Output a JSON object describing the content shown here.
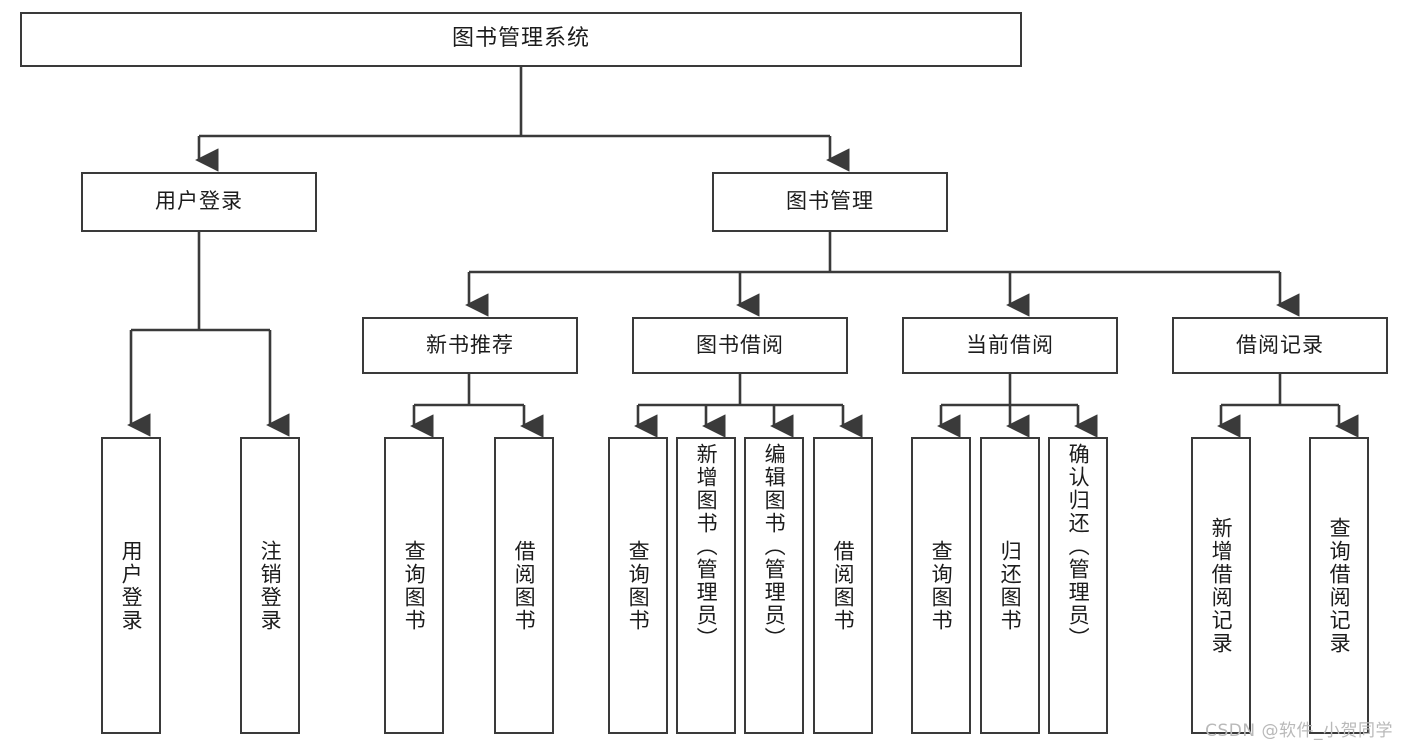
{
  "diagram": {
    "title": "图书管理系统",
    "type": "tree-hierarchy-chart",
    "root": {
      "label": "图书管理系统"
    },
    "level2": [
      {
        "label": "用户登录"
      },
      {
        "label": "图书管理"
      }
    ],
    "level3": [
      {
        "label": "新书推荐"
      },
      {
        "label": "图书借阅"
      },
      {
        "label": "当前借阅"
      },
      {
        "label": "借阅记录"
      }
    ],
    "leaves": {
      "user_login": [
        {
          "label": "用户登录"
        },
        {
          "label": "注销登录"
        }
      ],
      "new_book": [
        {
          "label": "查询图书"
        },
        {
          "label": "借阅图书"
        }
      ],
      "borrow": [
        {
          "label": "查询图书"
        },
        {
          "label": "新增图书（管理员）"
        },
        {
          "label": "编辑图书（管理员）"
        },
        {
          "label": "借阅图书"
        }
      ],
      "current": [
        {
          "label": "查询图书"
        },
        {
          "label": "归还图书"
        },
        {
          "label": "确认归还（管理员）"
        }
      ],
      "records": [
        {
          "label": "新增借阅记录"
        },
        {
          "label": "查询借阅记录"
        }
      ]
    }
  },
  "watermark": {
    "text": "CSDN @软件_小贺同学"
  },
  "colors": {
    "box_border": "#3a3a3a",
    "box_fill": "#ffffff",
    "line": "#3a3a3a",
    "text": "#1c1c1c",
    "watermark": "#b9b9b9",
    "background": "#ffffff"
  }
}
